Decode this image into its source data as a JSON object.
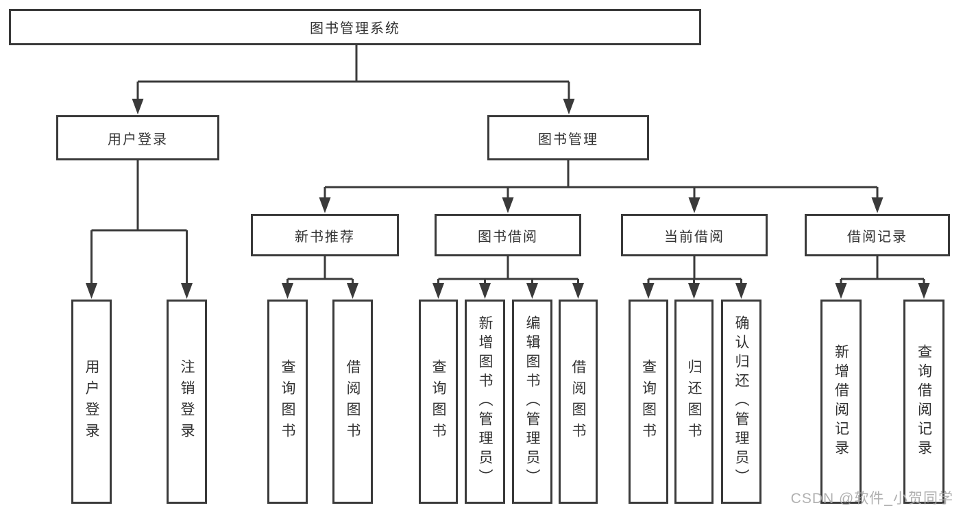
{
  "colors": {
    "line": "#3a3a3a",
    "box_border": "#3a3a3a",
    "box_fill": "#ffffff",
    "text": "#333333",
    "watermark": "#a8a8a8",
    "background": "#ffffff"
  },
  "diagram": {
    "root": {
      "label": "图书管理系统"
    },
    "branches": [
      {
        "label": "用户登录",
        "leaves": [
          {
            "label": "用户登录"
          },
          {
            "label": "注销登录"
          }
        ]
      },
      {
        "label": "图书管理",
        "groups": [
          {
            "label": "新书推荐",
            "leaves": [
              {
                "label": "查询图书"
              },
              {
                "label": "借阅图书"
              }
            ]
          },
          {
            "label": "图书借阅",
            "leaves": [
              {
                "label": "查询图书"
              },
              {
                "label": "新增图书（管理员）"
              },
              {
                "label": "编辑图书（管理员）"
              },
              {
                "label": "借阅图书"
              }
            ]
          },
          {
            "label": "当前借阅",
            "leaves": [
              {
                "label": "查询图书"
              },
              {
                "label": "归还图书"
              },
              {
                "label": "确认归还（管理员）"
              }
            ]
          },
          {
            "label": "借阅记录",
            "leaves": [
              {
                "label": "新增借阅记录"
              },
              {
                "label": "查询借阅记录"
              }
            ]
          }
        ]
      }
    ]
  },
  "watermark": {
    "text": "CSDN @软件_小贺同学"
  }
}
